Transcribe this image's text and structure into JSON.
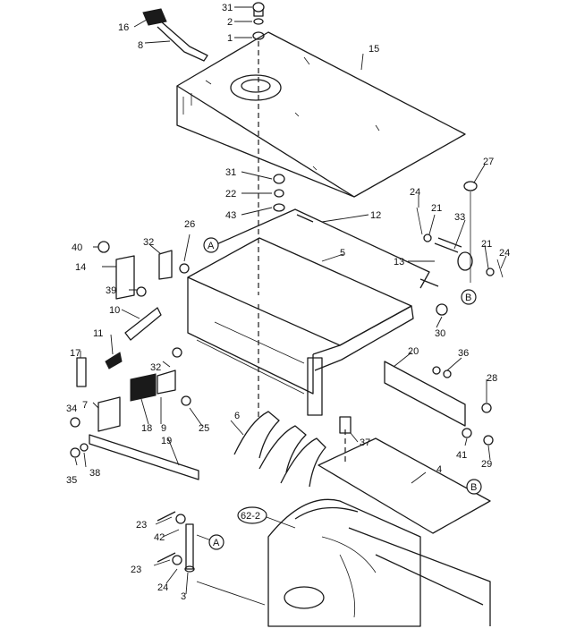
{
  "callouts": {
    "c1": "1",
    "c2": "2",
    "c3": "3",
    "c4": "4",
    "c5": "5",
    "c6": "6",
    "c7": "7",
    "c8": "8",
    "c9": "9",
    "c10": "10",
    "c11": "11",
    "c12": "12",
    "c13": "13",
    "c14": "14",
    "c15": "15",
    "c16": "16",
    "c17": "17",
    "c18": "18",
    "c19": "19",
    "c20": "20",
    "c21a": "21",
    "c21b": "21",
    "c22": "22",
    "c23a": "23",
    "c23b": "23",
    "c24a": "24",
    "c24b": "24",
    "c24c": "24",
    "c25": "25",
    "c26": "26",
    "c27": "27",
    "c28": "28",
    "c29": "29",
    "c30": "30",
    "c31a": "31",
    "c31b": "31",
    "c32a": "32",
    "c32b": "32",
    "c33": "33",
    "c34": "34",
    "c35": "35",
    "c36": "36",
    "c37": "37",
    "c38": "38",
    "c39": "39",
    "c40": "40",
    "c41": "41",
    "c42": "42",
    "c43": "43",
    "ref": "62-2"
  },
  "markers": {
    "A1": "A",
    "A2": "A",
    "B1": "B",
    "B2": "B"
  }
}
